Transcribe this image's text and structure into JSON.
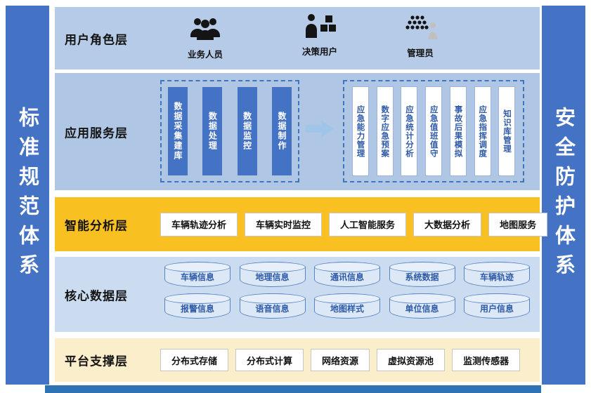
{
  "sidebars": {
    "left": "标准规范体系",
    "right": "安全防护体系"
  },
  "layers": {
    "user_role": {
      "label": "用户角色层",
      "roles": [
        {
          "name": "业务人员",
          "icon": "business-users-icon"
        },
        {
          "name": "决策用户",
          "icon": "decision-user-icon"
        },
        {
          "name": "管理员",
          "icon": "admin-crowd-icon"
        }
      ]
    },
    "app_service": {
      "label": "应用服务层",
      "data_pipeline": [
        "数据采集建库",
        "数据处理",
        "数据监控",
        "数据制作"
      ],
      "flow_icon": "right-arrow-icon",
      "emergency_apps": [
        "应急能力管理",
        "数字应急预案",
        "应急统计分析",
        "应急值班值守",
        "事故后果模拟",
        "应急指挥调度",
        "知识库管理"
      ]
    },
    "analysis": {
      "label": "智能分析层",
      "services": [
        "车辆轨迹分析",
        "车辆实时监控",
        "人工智能服务",
        "大数据分析",
        "地图服务"
      ]
    },
    "core_data": {
      "label": "核心数据层",
      "row1": [
        "车辆信息",
        "地理信息",
        "通讯信息",
        "系统数据",
        "车辆轨迹"
      ],
      "row2": [
        "报警信息",
        "语音信息",
        "地图样式",
        "单位信息",
        "用户信息"
      ]
    },
    "platform": {
      "label": "平台支撑层",
      "resources": [
        "分布式存储",
        "分布式计算",
        "网络资源",
        "虚拟资源池",
        "监测传感器"
      ]
    }
  },
  "colors": {
    "pillar_blue": "#4472C4",
    "layer1_blue": "#B6CBE8",
    "layer2_blue": "#AFC6E5",
    "bar_blue": "#4472C4",
    "analysis_gold": "#F9C021",
    "data_layer_blue": "#CBDCF0",
    "platform_yellow": "#FBEECB",
    "cylinder_fill": "#DCE8F6",
    "accent_text_blue": "#2E5AA8",
    "bottom_bar_blue": "#2E74B5"
  }
}
